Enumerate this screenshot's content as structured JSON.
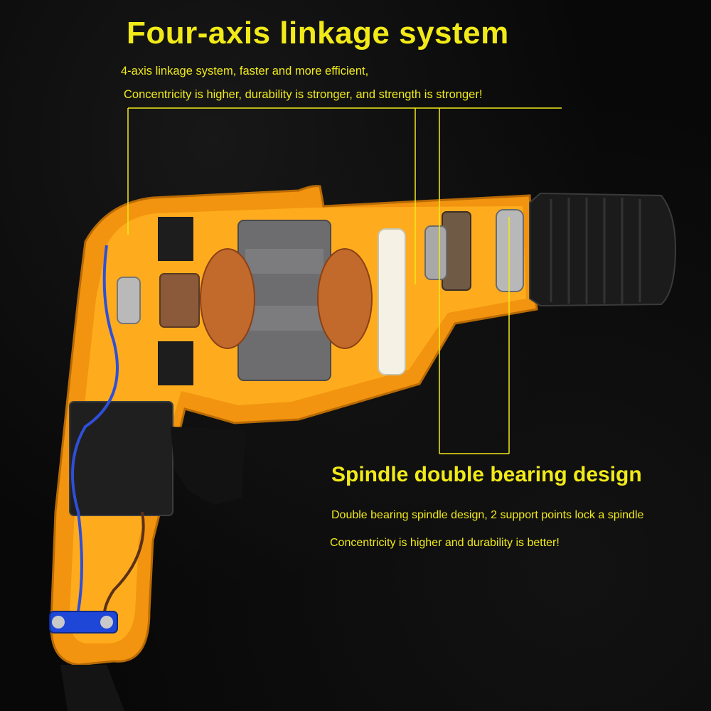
{
  "headline": {
    "title": "Four-axis linkage system",
    "line1": "4-axis linkage system, faster and more efficient,",
    "line2": "Concentricity is higher, durability is stronger, and strength is stronger!"
  },
  "secondary": {
    "title": "Spindle double bearing design",
    "line1": "Double bearing spindle design, 2 support points lock a spindle",
    "line2": "Concentricity is higher and durability is better!"
  },
  "colors": {
    "accent": "#f1ea18",
    "housing": "#f2940f",
    "background": "#0b0b0b"
  }
}
